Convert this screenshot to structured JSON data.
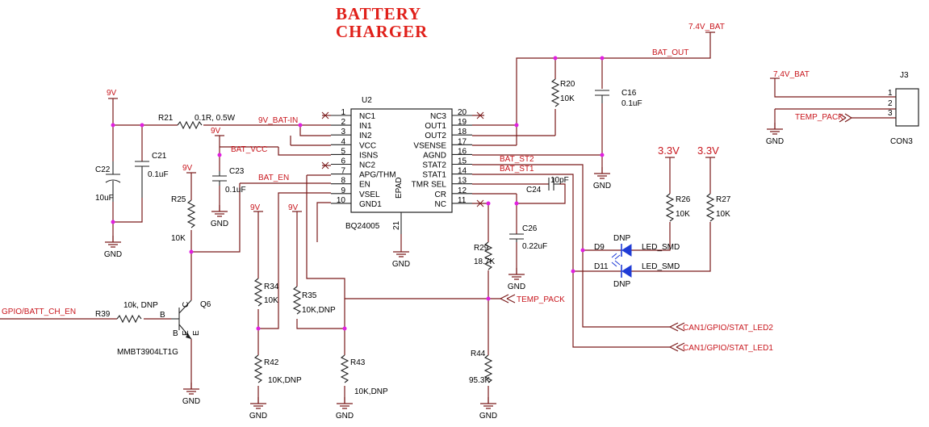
{
  "title": [
    "BATTERY",
    "CHARGER"
  ],
  "ic": {
    "ref": "U2",
    "part": "BQ24005",
    "epad": "EPAD",
    "pins_left": [
      {
        "num": "1",
        "name": "NC1"
      },
      {
        "num": "2",
        "name": "IN1"
      },
      {
        "num": "3",
        "name": "IN2"
      },
      {
        "num": "4",
        "name": "VCC"
      },
      {
        "num": "5",
        "name": "ISNS"
      },
      {
        "num": "6",
        "name": "NC2"
      },
      {
        "num": "7",
        "name": "APG/THM"
      },
      {
        "num": "8",
        "name": "EN"
      },
      {
        "num": "9",
        "name": "VSEL"
      },
      {
        "num": "10",
        "name": "GND1"
      }
    ],
    "pins_right": [
      {
        "num": "20",
        "name": "NC3"
      },
      {
        "num": "19",
        "name": "OUT1"
      },
      {
        "num": "18",
        "name": "OUT2"
      },
      {
        "num": "17",
        "name": "VSENSE"
      },
      {
        "num": "16",
        "name": "AGND"
      },
      {
        "num": "15",
        "name": "STAT2"
      },
      {
        "num": "14",
        "name": "STAT1"
      },
      {
        "num": "13",
        "name": "TMR SEL"
      },
      {
        "num": "12",
        "name": "CR"
      },
      {
        "num": "11",
        "name": "NC"
      }
    ],
    "pin_bottom": "21"
  },
  "nets": {
    "v9": "9V",
    "v33": "3.3V",
    "vbat": "7.4V_BAT",
    "gnd": "GND",
    "bat_out": "BAT_OUT",
    "v9_bat_in": "9V_BAT-IN",
    "bat_vcc": "BAT_VCC",
    "bat_en": "BAT_EN",
    "bat_st2": "BAT_ST2",
    "bat_st1": "BAT_ST1",
    "led_smd": "LED_SMD",
    "temp_pack": "TEMP_PACK",
    "gpio_ch_en": "GPIO/BATT_CH_EN",
    "stat_led2": "CAN1/GPIO/STAT_LED2",
    "stat_led1": "CAN1/GPIO/STAT_LED1"
  },
  "components": {
    "r21": {
      "ref": "R21",
      "value": "0.1R, 0.5W"
    },
    "c21": {
      "ref": "C21",
      "value": "0.1uF"
    },
    "c22": {
      "ref": "C22",
      "value": "10uF"
    },
    "c23": {
      "ref": "C23",
      "value": "0.1uF"
    },
    "r25": {
      "ref": "R25",
      "value": "10K"
    },
    "r39": {
      "ref": "R39",
      "value": "10k, DNP"
    },
    "q6": {
      "ref": "Q6",
      "part": "MMBT3904LT1G",
      "b": "B",
      "c": "C",
      "e": "E"
    },
    "r34": {
      "ref": "R34",
      "value": "10K"
    },
    "r42": {
      "ref": "R42",
      "value": "10K,DNP"
    },
    "r35": {
      "ref": "R35",
      "value": "10K,DNP"
    },
    "r43": {
      "ref": "R43",
      "value": "10K,DNP"
    },
    "r20": {
      "ref": "R20",
      "value": "10K"
    },
    "c16": {
      "ref": "C16",
      "value": "0.1uF"
    },
    "c24": {
      "ref": "C24",
      "value": "10pF"
    },
    "c26": {
      "ref": "C26",
      "value": "0.22uF"
    },
    "r29": {
      "ref": "R29",
      "value": "18.7K"
    },
    "r44": {
      "ref": "R44",
      "value": "95.3K"
    },
    "r26": {
      "ref": "R26",
      "value": "10K"
    },
    "r27": {
      "ref": "R27",
      "value": "10K"
    },
    "d9": {
      "ref": "D9",
      "value": "DNP"
    },
    "d11": {
      "ref": "D11",
      "value": "DNP"
    },
    "j3": {
      "ref": "J3",
      "part": "CON3",
      "pins": [
        "1",
        "2",
        "3"
      ]
    }
  }
}
